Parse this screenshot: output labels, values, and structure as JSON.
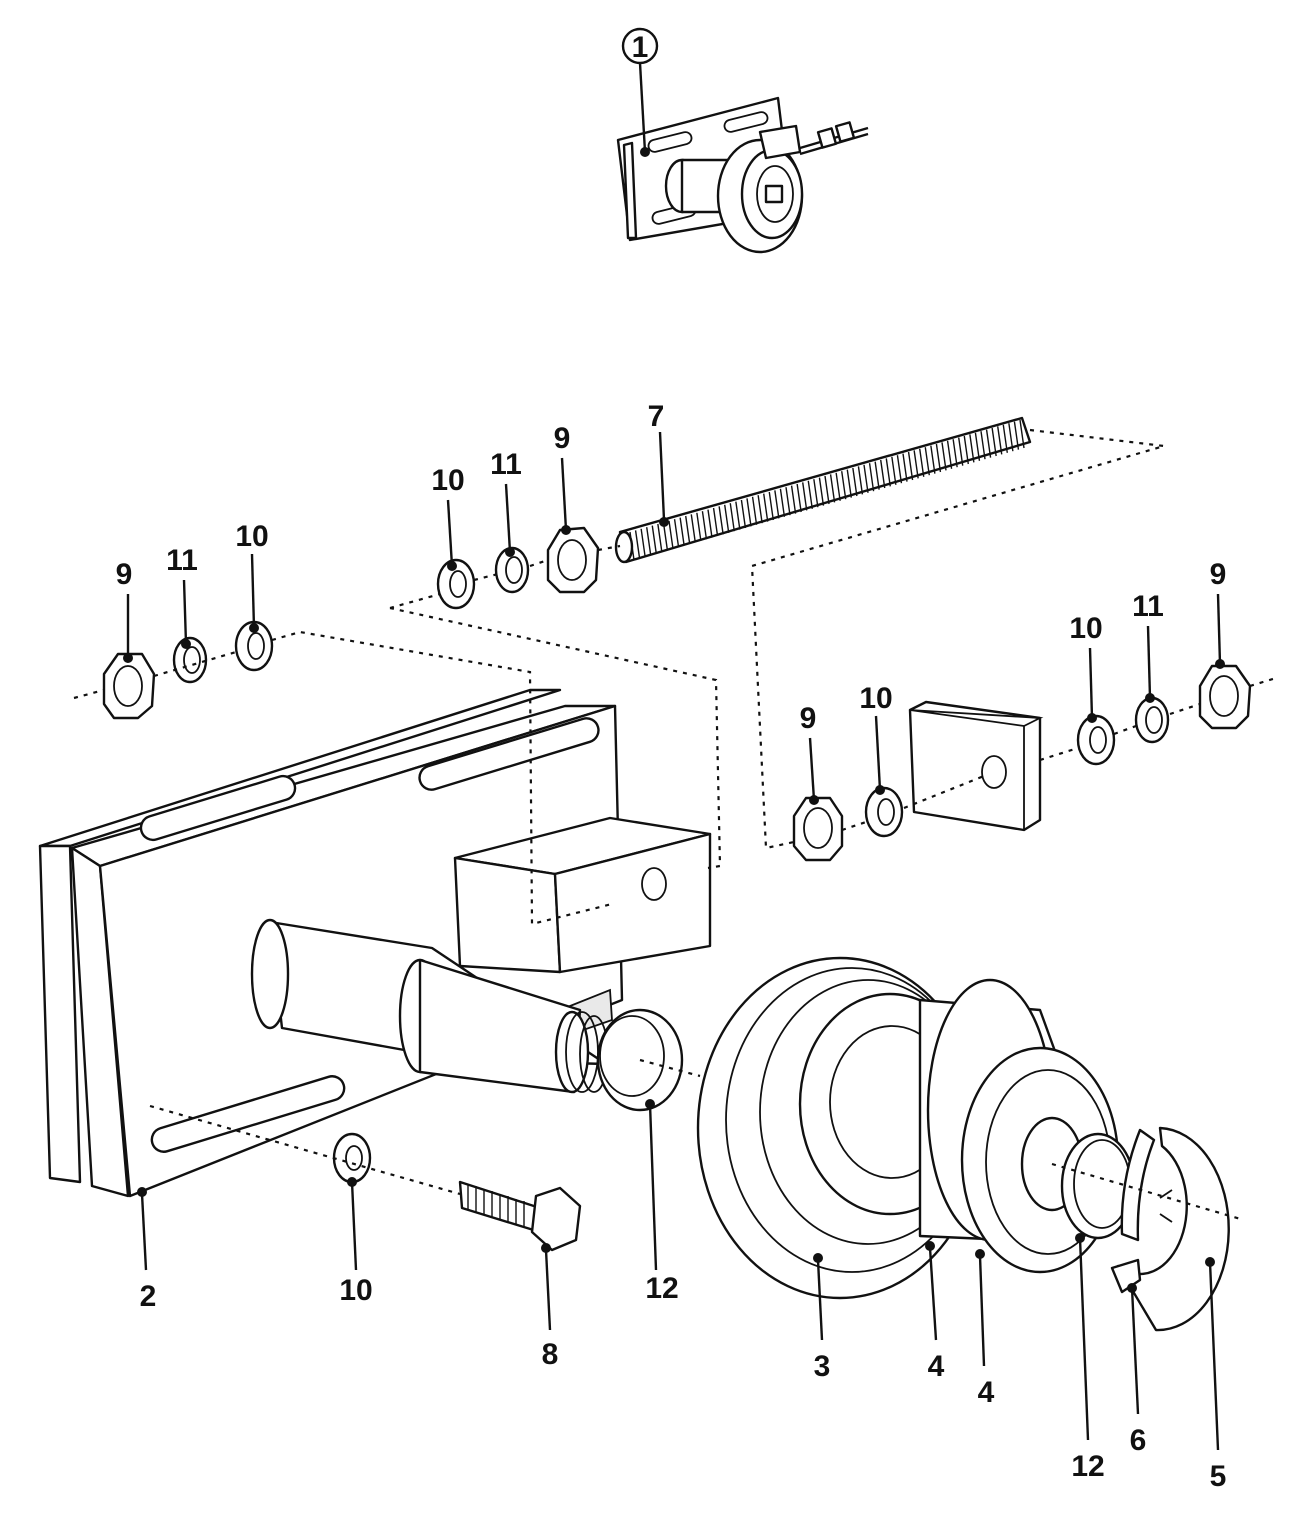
{
  "callouts": [
    {
      "id": "c-1",
      "text": "1"
    },
    {
      "id": "c-2",
      "text": "2"
    },
    {
      "id": "c-3",
      "text": "3"
    },
    {
      "id": "c-4a",
      "text": "4"
    },
    {
      "id": "c-4b",
      "text": "4"
    },
    {
      "id": "c-5",
      "text": "5"
    },
    {
      "id": "c-6",
      "text": "6"
    },
    {
      "id": "c-7",
      "text": "7"
    },
    {
      "id": "c-8",
      "text": "8"
    },
    {
      "id": "c-9a",
      "text": "9"
    },
    {
      "id": "c-9b",
      "text": "9"
    },
    {
      "id": "c-9c",
      "text": "9"
    },
    {
      "id": "c-9d",
      "text": "9"
    },
    {
      "id": "c-10a",
      "text": "10"
    },
    {
      "id": "c-10b",
      "text": "10"
    },
    {
      "id": "c-10c",
      "text": "10"
    },
    {
      "id": "c-10d",
      "text": "10"
    },
    {
      "id": "c-10e",
      "text": "10"
    },
    {
      "id": "c-11a",
      "text": "11"
    },
    {
      "id": "c-11b",
      "text": "11"
    },
    {
      "id": "c-11c",
      "text": "11"
    },
    {
      "id": "c-12a",
      "text": "12"
    },
    {
      "id": "c-12b",
      "text": "12"
    }
  ]
}
